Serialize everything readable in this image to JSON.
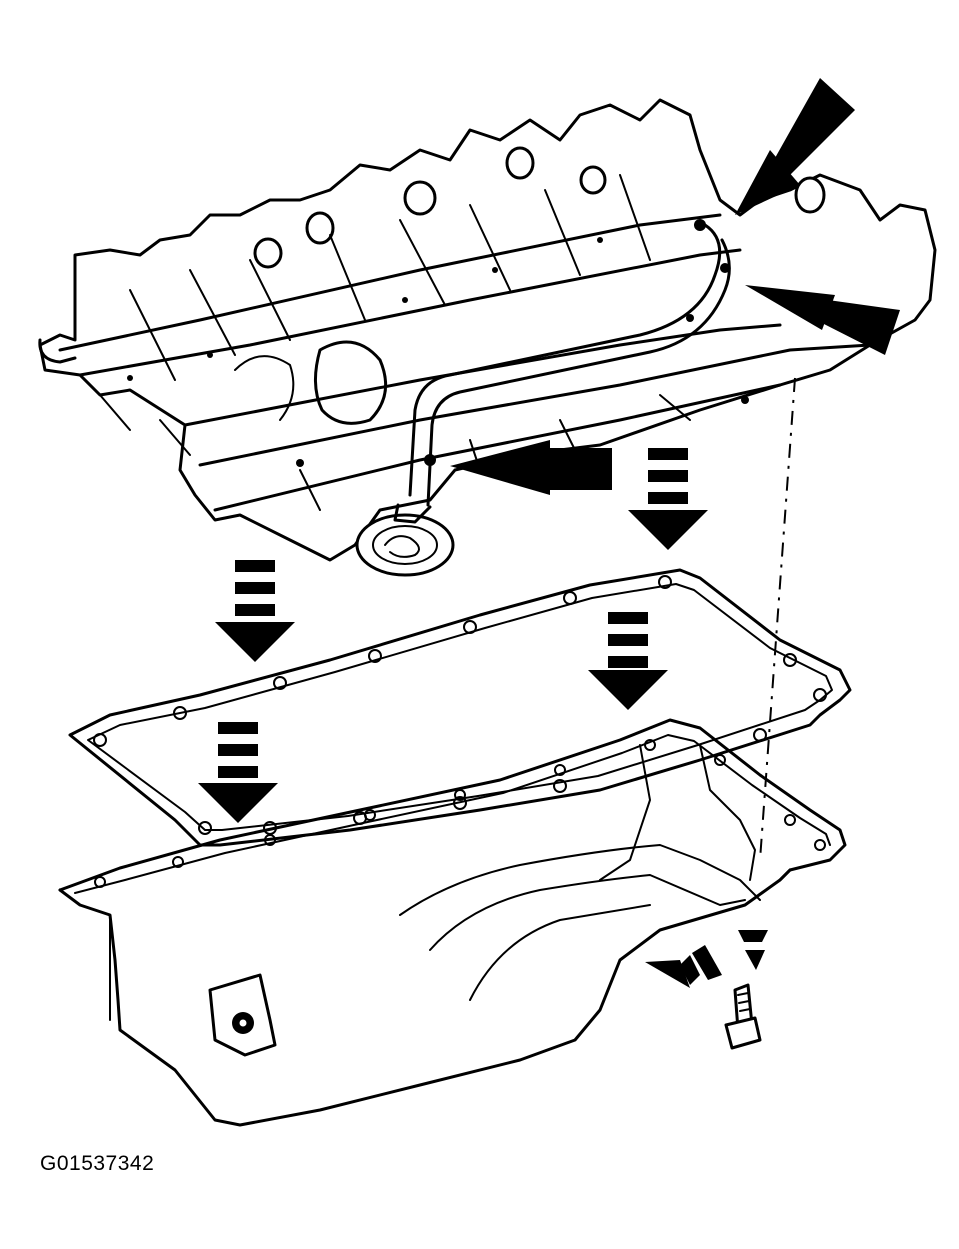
{
  "figure": {
    "code": "G01537342"
  },
  "colors": {
    "ink": "#000000",
    "paper": "#ffffff"
  },
  "parts": [
    "engine-block",
    "oil-pickup-tube",
    "oil-pan-gasket",
    "oil-pan",
    "drain-plug-bolt"
  ]
}
